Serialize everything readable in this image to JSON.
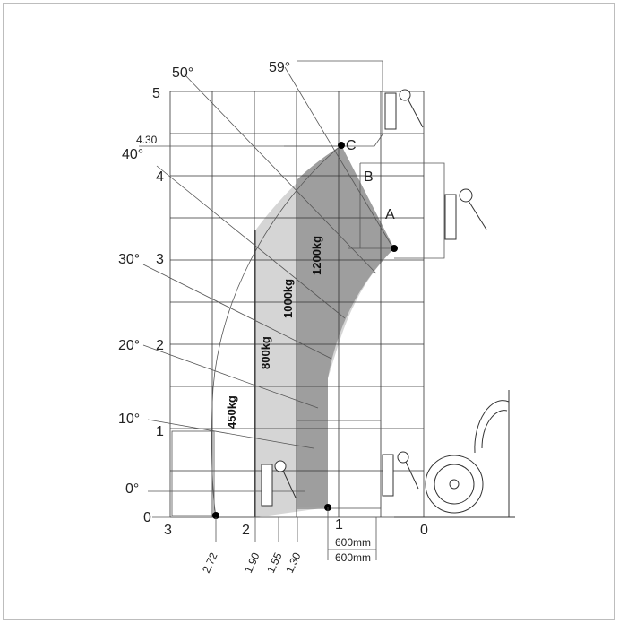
{
  "y_axis_labels": [
    "5",
    "4.30",
    "4",
    "3",
    "2",
    "1",
    "0"
  ],
  "x_axis_labels": [
    "3",
    "2",
    "1",
    "0"
  ],
  "angle_labels": [
    "59°",
    "50°",
    "40°",
    "30°",
    "20°",
    "10°",
    "0°"
  ],
  "point_labels": [
    "C",
    "B",
    "A"
  ],
  "load_labels": [
    "450kg",
    "800kg",
    "1000kg",
    "1200kg"
  ],
  "bottom_dims": [
    "2.72",
    "1.90",
    "1.55",
    "1.30"
  ],
  "fork_dims": [
    "600mm",
    "600mm"
  ],
  "colors": {
    "load_zone": "#b3b3b3",
    "line": "#333333",
    "background": "#ffffff"
  }
}
